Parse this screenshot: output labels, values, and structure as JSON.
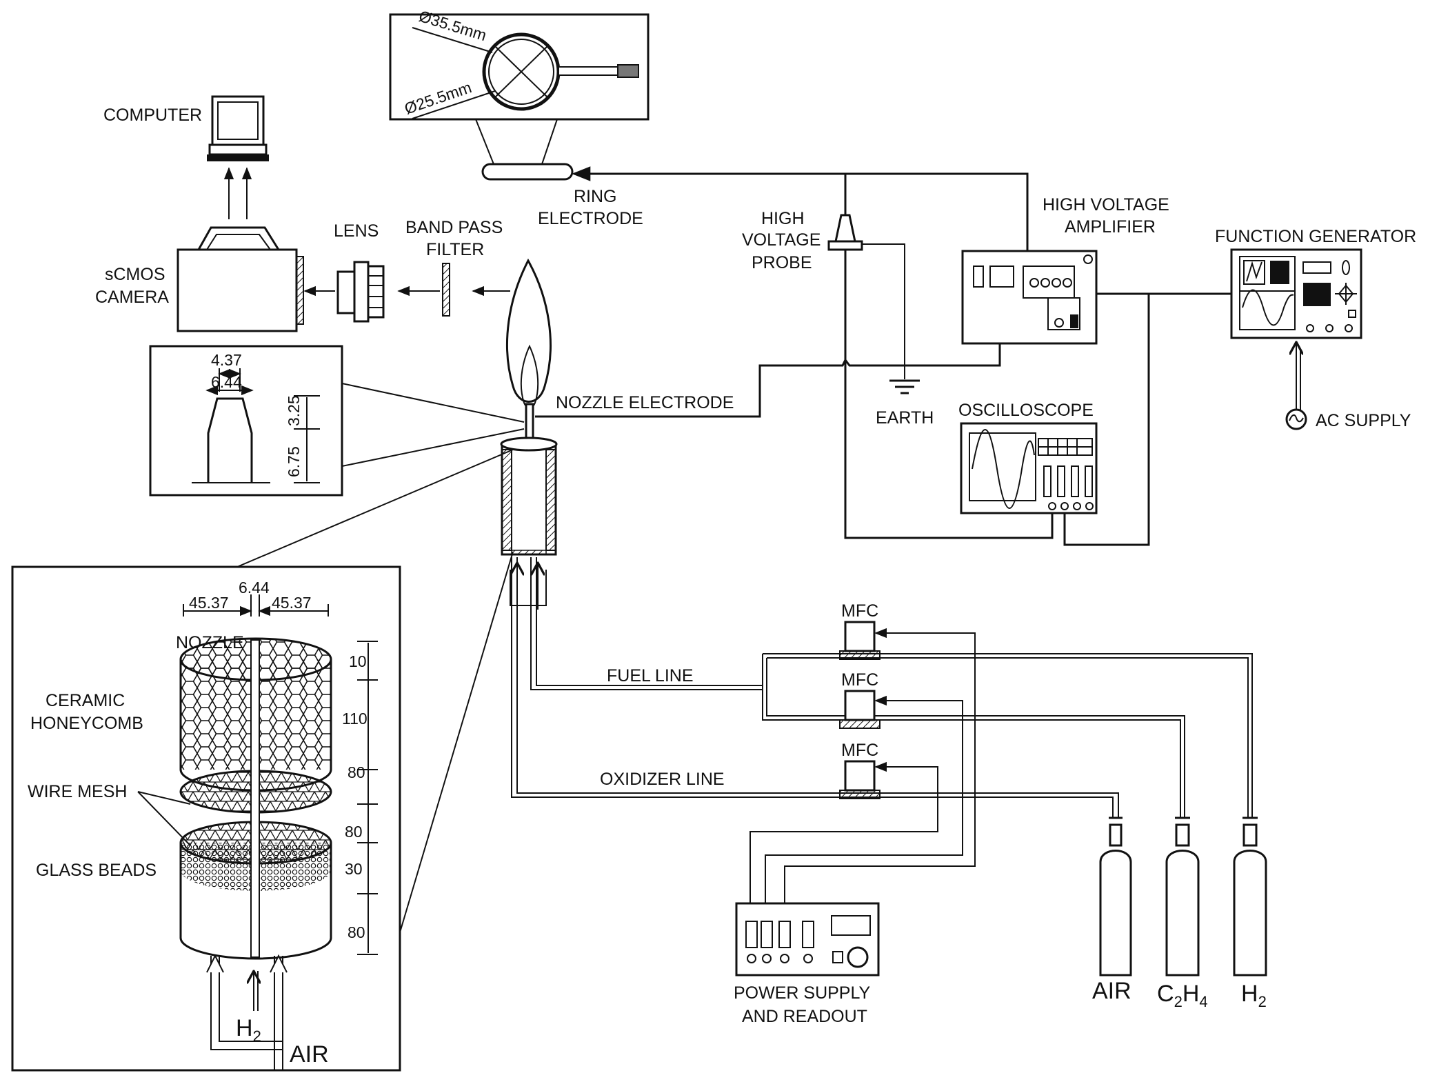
{
  "labels": {
    "computer": "COMPUTER",
    "scmos_line1": "sCMOS",
    "scmos_line2": "CAMERA",
    "lens": "LENS",
    "bpf_line1": "BAND PASS",
    "bpf_line2": "FILTER",
    "ring_line1": "RING",
    "ring_line2": "ELECTRODE",
    "hvp_line1": "HIGH",
    "hvp_line2": "VOLTAGE",
    "hvp_line3": "PROBE",
    "hva_line1": "HIGH VOLTAGE",
    "hva_line2": "AMPLIFIER",
    "function_generator": "FUNCTION GENERATOR",
    "nozzle_electrode": "NOZZLE ELECTRODE",
    "earth": "EARTH",
    "oscilloscope": "OSCILLOSCOPE",
    "ac_supply": "AC SUPPLY",
    "mfc1": "MFC",
    "mfc2": "MFC",
    "mfc3": "MFC",
    "fuel_line": "FUEL LINE",
    "oxidizer_line": "OXIDIZER LINE",
    "psr_line1": "POWER SUPPLY",
    "psr_line2": "AND READOUT",
    "tank_air": "AIR",
    "tank_c2h4_base": "C",
    "tank_c2h4_sub1": "2",
    "tank_c2h4_mid": "H",
    "tank_c2h4_sub2": "4",
    "tank_h2_base": "H",
    "tank_h2_sub": "2",
    "ring_d_outer": "Ø35.5mm",
    "ring_d_inner": "Ø25.5mm"
  },
  "nozzle_detail": {
    "d_top": "4.37",
    "d_bottom": "6.44",
    "h_top": "3.25",
    "h_bottom": "6.75"
  },
  "burner_detail": {
    "width_center": "6.44",
    "width_left": "45.37",
    "width_right": "45.37",
    "nozzle": "NOZZLE",
    "ceramic_line1": "CERAMIC",
    "ceramic_line2": "HONEYCOMB",
    "wire_mesh": "WIRE MESH",
    "glass_beads": "GLASS BEADS",
    "h1": "10",
    "h2": "110",
    "h3": "80",
    "h4": "80",
    "h5": "30",
    "h6": "80",
    "inlet_h2_base": "H",
    "inlet_h2_sub": "2",
    "inlet_air": "AIR"
  }
}
